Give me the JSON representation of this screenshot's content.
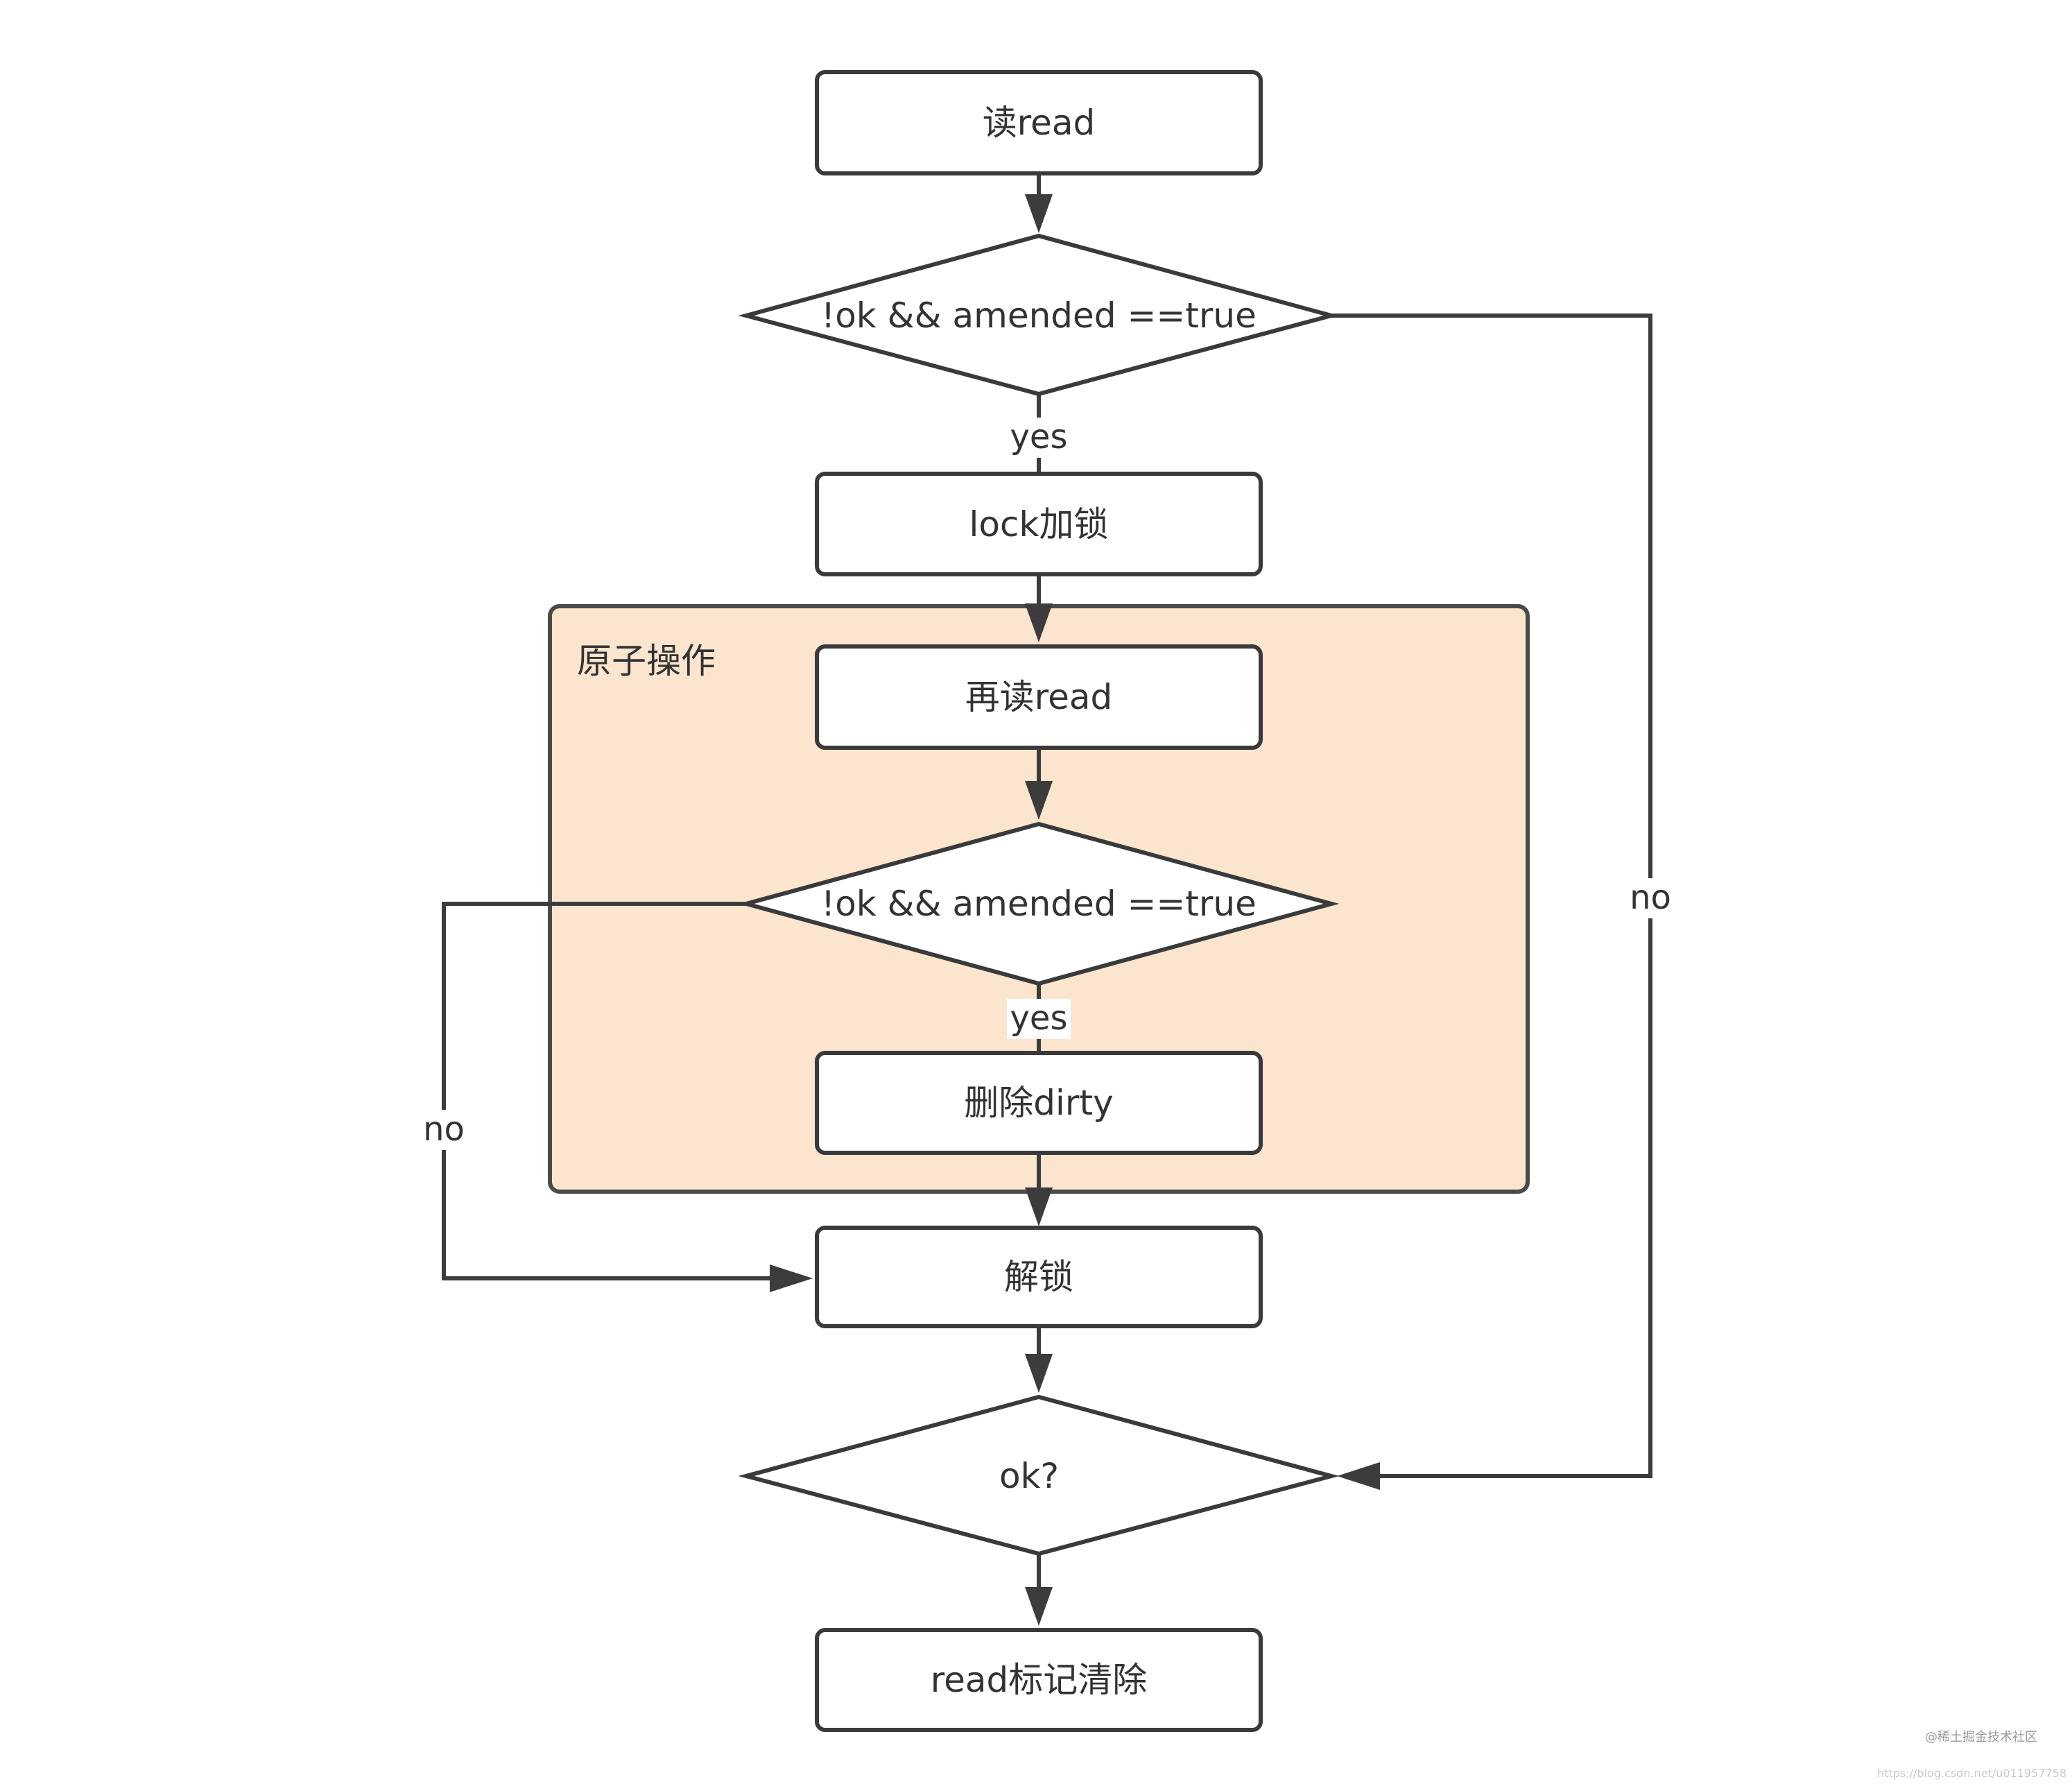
{
  "nodes": {
    "read": "读read",
    "check1": "!ok && amended ==true",
    "lock": "lock加锁",
    "reread": "再读read",
    "check2": "!ok && amended ==true",
    "delete_dirty": "删除dirty",
    "unlock": "解锁",
    "ok_check": "ok?",
    "clear_mark": "read标记清除"
  },
  "group": {
    "label": "原子操作"
  },
  "edge_labels": {
    "check1_yes": "yes",
    "check1_no": "no",
    "check2_yes": "yes",
    "check2_no": "no"
  },
  "watermark": {
    "line1": "@稀土掘金技术社区",
    "line2": "https://blog.csdn.net/u011957758"
  },
  "colors": {
    "group_fill": "#fbe5cf",
    "stroke": "#3a3a3a",
    "background": "#ffffff"
  }
}
